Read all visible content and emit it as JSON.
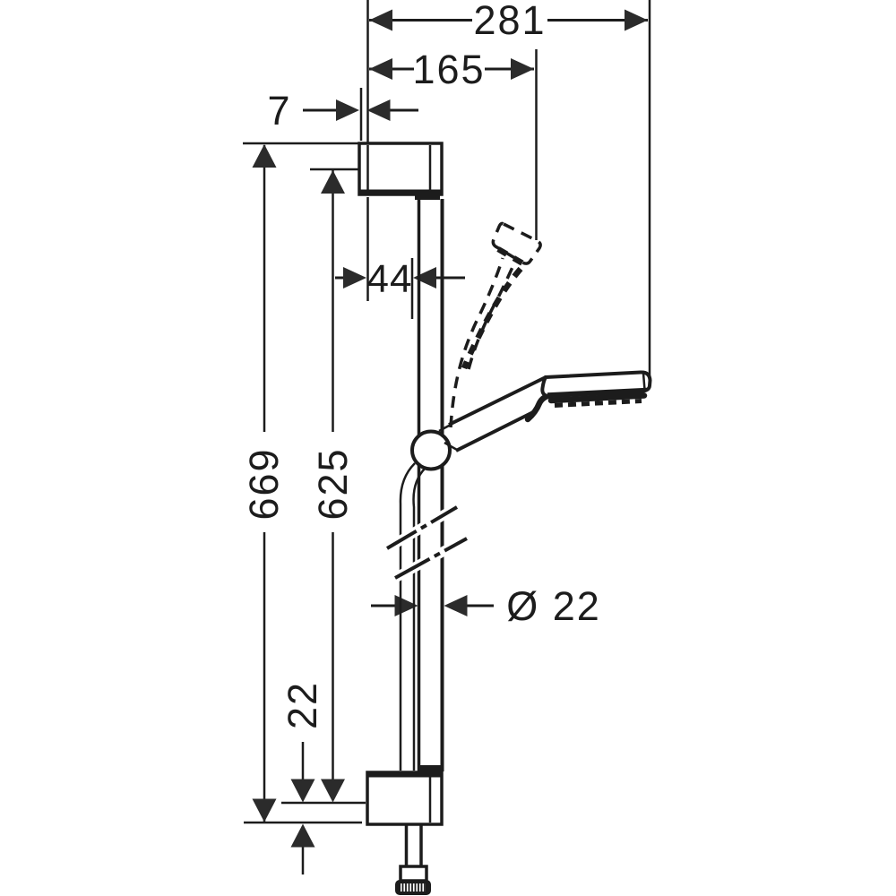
{
  "diagram": {
    "type": "technical-dimension-drawing",
    "subject": "shower slide bar set with hand shower and hose",
    "units": "mm",
    "ink_color": "#1c1c1c",
    "arrow_color": "#2b2b2b",
    "background_color": "#ffffff",
    "dimensions": {
      "overall_reach": "281",
      "stored_head_reach": "165",
      "wall_clearance": "7",
      "holder_offset": "44",
      "overall_height": "669",
      "bar_height": "625",
      "bar_diameter": "Ø 22",
      "bottom_clearance": "22"
    }
  }
}
